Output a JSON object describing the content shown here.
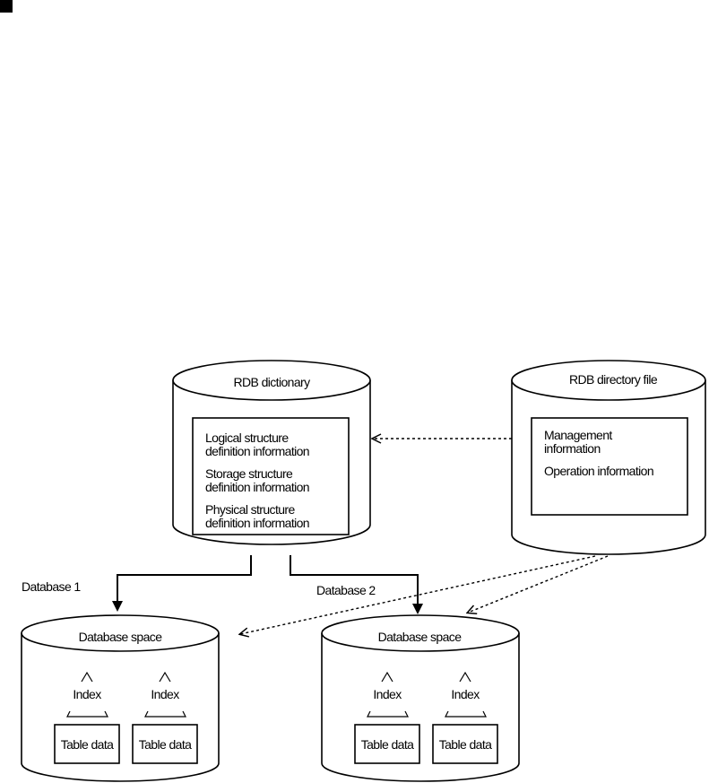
{
  "rdb_dictionary": {
    "title": "RDB dictionary",
    "entries": [
      {
        "line1": "Logical structure",
        "line2": "definition information"
      },
      {
        "line1": "Storage structure",
        "line2": "definition information"
      },
      {
        "line1": "Physical structure",
        "line2": "definition information"
      }
    ]
  },
  "rdb_directory_file": {
    "title": "RDB directory file",
    "entries": [
      {
        "line1": "Management",
        "line2": "information"
      },
      {
        "line1": "Operation information",
        "line2": ""
      }
    ]
  },
  "connections": {
    "database1_label": "Database 1",
    "database2_label": "Database 2"
  },
  "database_spaces": [
    {
      "title": "Database space",
      "indexes": [
        "Index",
        "Index"
      ],
      "tables": [
        "Table data",
        "Table data"
      ]
    },
    {
      "title": "Database space",
      "indexes": [
        "Index",
        "Index"
      ],
      "tables": [
        "Table data",
        "Table data"
      ]
    }
  ]
}
